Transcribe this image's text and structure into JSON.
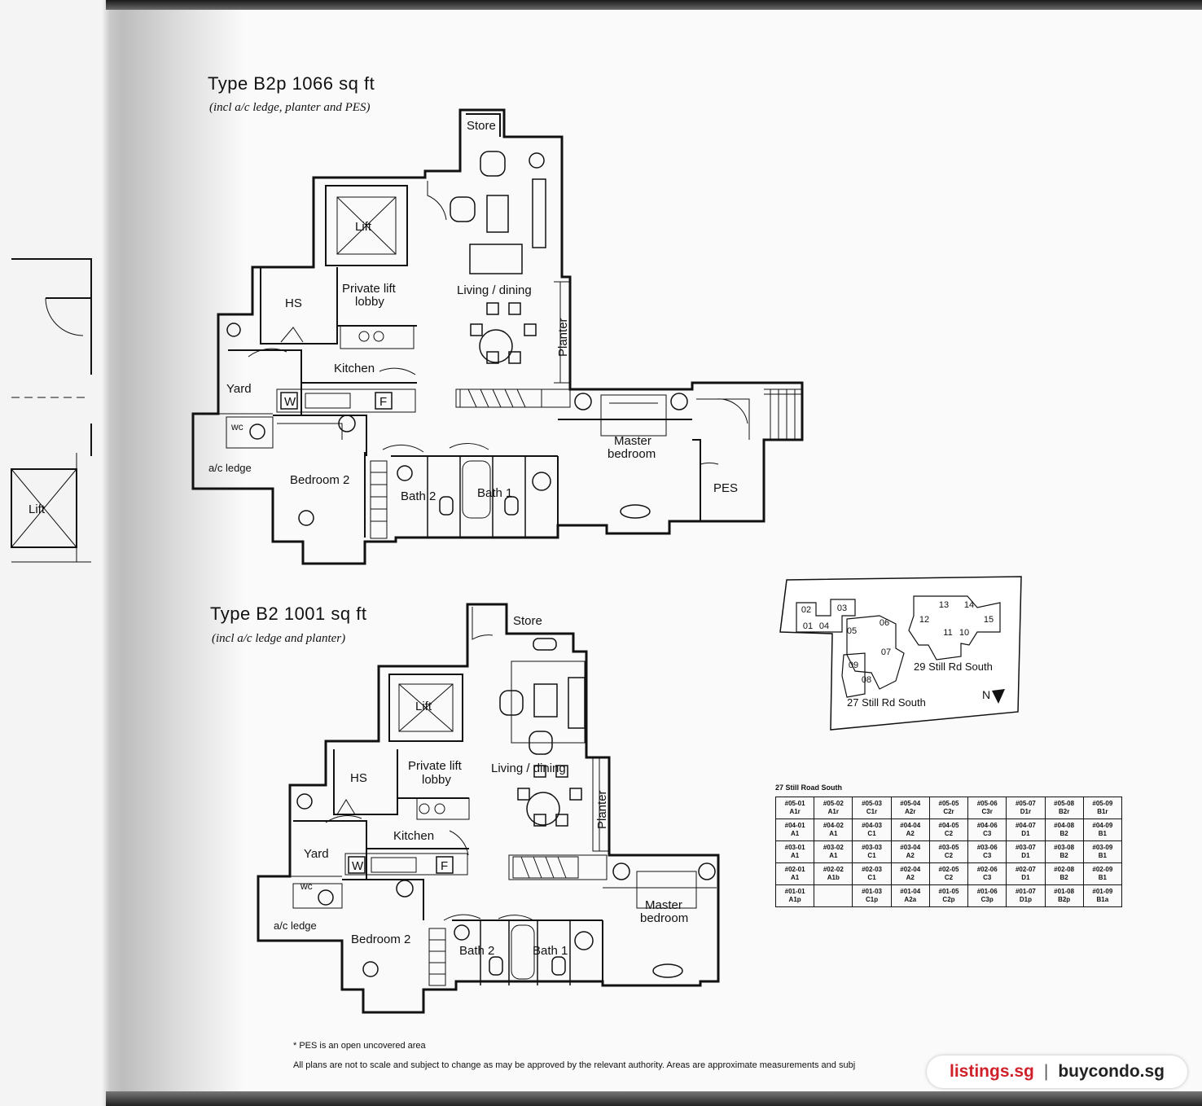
{
  "plans": [
    {
      "title": "Type B2p 1066 sq ft",
      "subtitle": "(incl a/c ledge, planter and PES)",
      "rooms": {
        "store": "Store",
        "lift": "Lift",
        "hs": "HS",
        "lobby_line1": "Private lift",
        "lobby_line2": "lobby",
        "living": "Living / dining",
        "kitchen": "Kitchen",
        "yard": "Yard",
        "w": "W",
        "f": "F",
        "wc": "wc",
        "planter": "Planter",
        "master_line1": "Master",
        "master_line2": "bedroom",
        "pes": "PES",
        "acledge": "a/c ledge",
        "bedroom2": "Bedroom 2",
        "bath2": "Bath 2",
        "bath1": "Bath 1"
      }
    },
    {
      "title": "Type B2 1001 sq ft",
      "subtitle": "(incl a/c ledge and planter)",
      "rooms": {
        "store": "Store",
        "lift": "Lift",
        "hs": "HS",
        "lobby_line1": "Private lift",
        "lobby_line2": "lobby",
        "living": "Living / dining",
        "kitchen": "Kitchen",
        "yard": "Yard",
        "w": "W",
        "f": "F",
        "wc": "wc",
        "planter": "Planter",
        "master_line1": "Master",
        "master_line2": "bedroom",
        "acledge": "a/c ledge",
        "bedroom2": "Bedroom 2",
        "bath2": "Bath 2",
        "bath1": "Bath 1"
      }
    }
  ],
  "adjacent_lift": "Lift",
  "site_plan": {
    "blocks": [
      "02",
      "01",
      "04",
      "03",
      "05",
      "06",
      "07",
      "09",
      "08",
      "12",
      "13",
      "14",
      "15",
      "11",
      "10"
    ],
    "label_29": "29 Still Rd South",
    "label_27": "27 Still Rd South",
    "north": "N"
  },
  "unit_table": {
    "title": "27 Still Road South",
    "rows": [
      [
        [
          "#05-01",
          "A1r"
        ],
        [
          "#05-02",
          "A1r"
        ],
        [
          "#05-03",
          "C1r"
        ],
        [
          "#05-04",
          "A2r"
        ],
        [
          "#05-05",
          "C2r"
        ],
        [
          "#05-06",
          "C3r"
        ],
        [
          "#05-07",
          "D1r"
        ],
        [
          "#05-08",
          "B2r"
        ],
        [
          "#05-09",
          "B1r"
        ]
      ],
      [
        [
          "#04-01",
          "A1"
        ],
        [
          "#04-02",
          "A1"
        ],
        [
          "#04-03",
          "C1"
        ],
        [
          "#04-04",
          "A2"
        ],
        [
          "#04-05",
          "C2"
        ],
        [
          "#04-06",
          "C3"
        ],
        [
          "#04-07",
          "D1"
        ],
        [
          "#04-08",
          "B2"
        ],
        [
          "#04-09",
          "B1"
        ]
      ],
      [
        [
          "#03-01",
          "A1"
        ],
        [
          "#03-02",
          "A1"
        ],
        [
          "#03-03",
          "C1"
        ],
        [
          "#03-04",
          "A2"
        ],
        [
          "#03-05",
          "C2"
        ],
        [
          "#03-06",
          "C3"
        ],
        [
          "#03-07",
          "D1"
        ],
        [
          "#03-08",
          "B2"
        ],
        [
          "#03-09",
          "B1"
        ]
      ],
      [
        [
          "#02-01",
          "A1"
        ],
        [
          "#02-02",
          "A1b"
        ],
        [
          "#02-03",
          "C1"
        ],
        [
          "#02-04",
          "A2"
        ],
        [
          "#02-05",
          "C2"
        ],
        [
          "#02-06",
          "C3"
        ],
        [
          "#02-07",
          "D1"
        ],
        [
          "#02-08",
          "B2"
        ],
        [
          "#02-09",
          "B1"
        ]
      ],
      [
        [
          "#01-01",
          "A1p"
        ],
        [
          "",
          ""
        ],
        [
          "#01-03",
          "C1p"
        ],
        [
          "#01-04",
          "A2a"
        ],
        [
          "#01-05",
          "C2p"
        ],
        [
          "#01-06",
          "C3p"
        ],
        [
          "#01-07",
          "D1p"
        ],
        [
          "#01-08",
          "B2p"
        ],
        [
          "#01-09",
          "B1a"
        ]
      ]
    ]
  },
  "notes": {
    "pes_note": "* PES is an open uncovered area",
    "disclaimer": "All plans are not to scale and subject to change as may be approved by the relevant authority. Areas are approximate measurements and subj"
  },
  "brand": {
    "left": "listings.sg",
    "separator": "|",
    "right": "buycondo.sg"
  }
}
